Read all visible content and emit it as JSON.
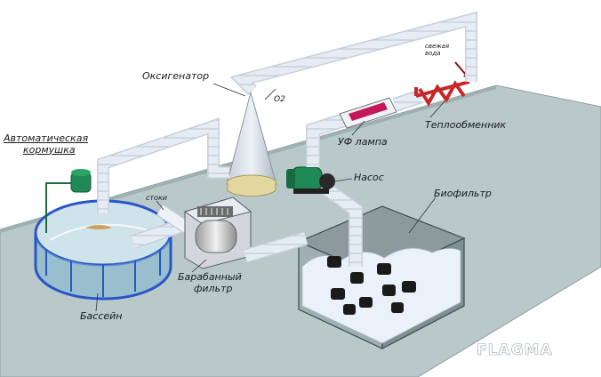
{
  "labels": {
    "oxygenator": "Оксигенатор",
    "o2": "O2",
    "fresh_water": "свежая вода",
    "uv_lamp": "УФ лампа",
    "heat_exchanger": "Теплообменник",
    "feeder_line1": "Автоматическая",
    "feeder_line2": "кормушка",
    "drain": "стоки",
    "pump": "Насос",
    "biofilter": "Биофильтр",
    "drum_filter_line1": "Барабанный",
    "drum_filter_line2": "фильтр",
    "pool": "Бассейн"
  },
  "watermark": "FLAGMA",
  "colors": {
    "floor": "#b9c8c9",
    "pipe": "#e6ecf4",
    "pool_frame": "#2a55c8",
    "water": "#cfe3ea",
    "pump": "#1f8a55",
    "uv_lamp": "#c4185a",
    "heat_exchanger": "#c62828",
    "oxygenator": "#d7dde8",
    "sand": "#e3d7a0",
    "bio_media": "#1a1a1a"
  }
}
